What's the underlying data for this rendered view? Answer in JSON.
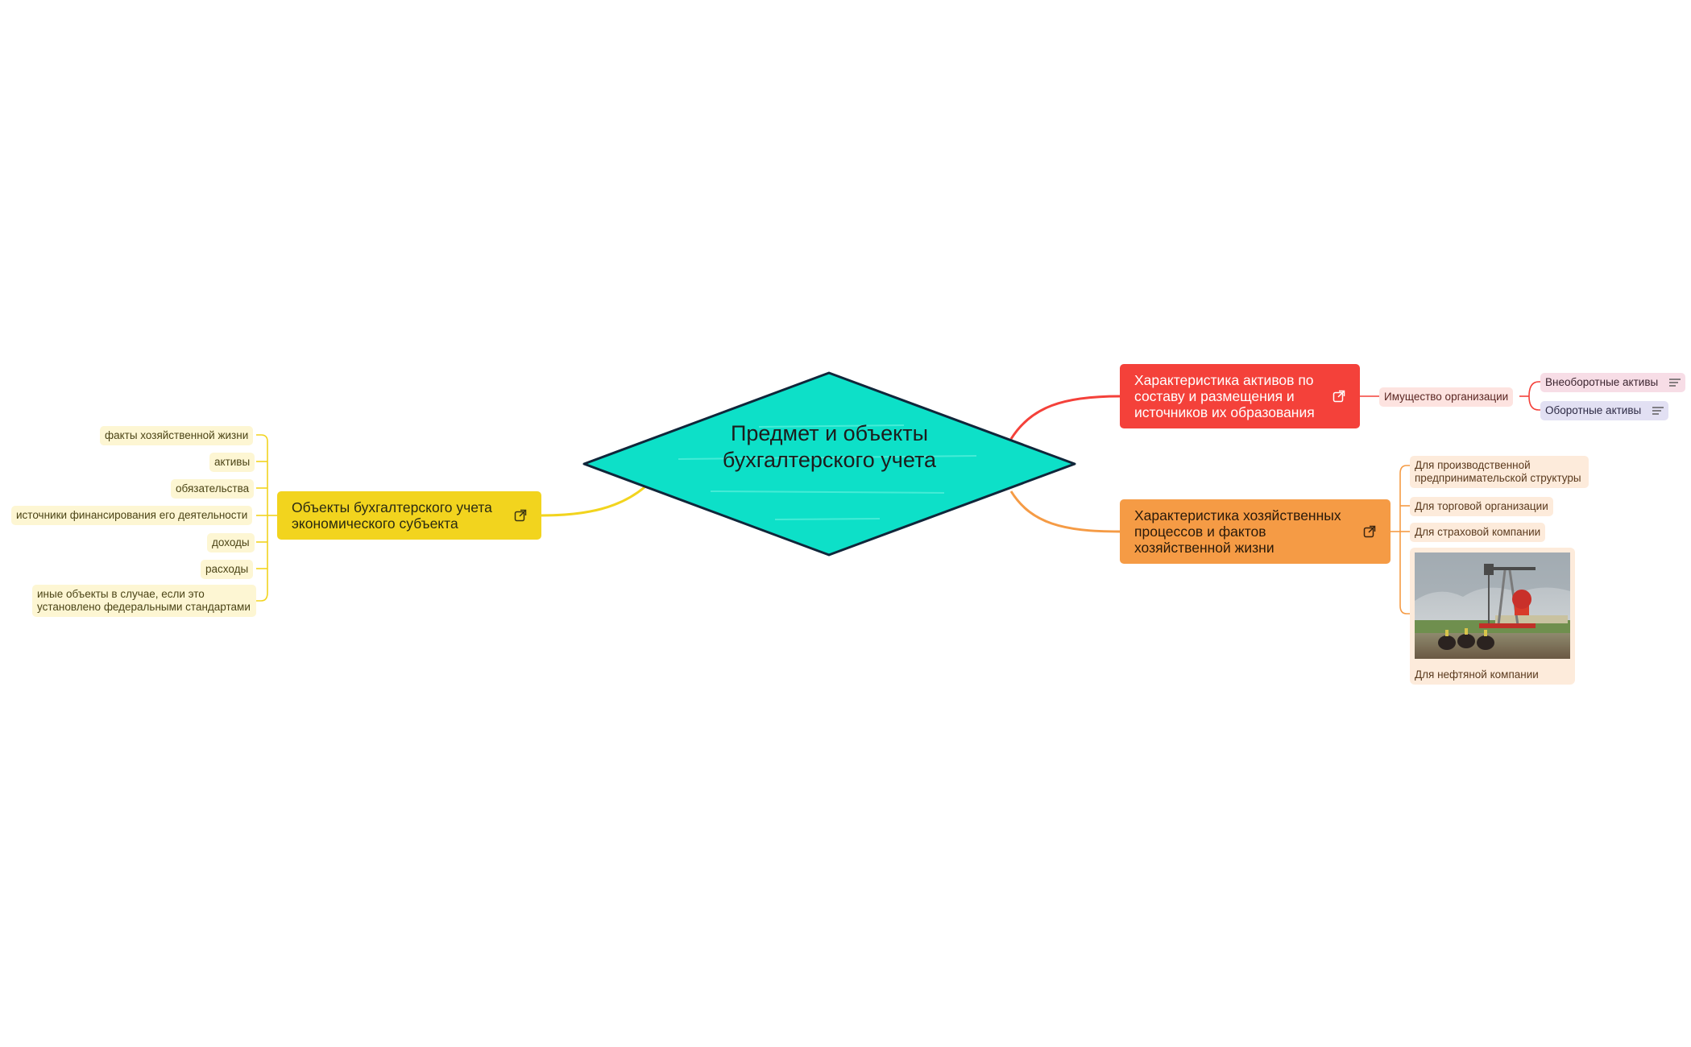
{
  "central": {
    "title": "Предмет и объекты бухгалтерского учета"
  },
  "topics": {
    "objects": {
      "label": "Объекты бухгалтерского учета экономического субъекта",
      "children": [
        "факты хозяйственной жизни",
        "активы",
        "обязательства",
        "источники финансирования его деятельности",
        "доходы",
        "расходы",
        "иные объекты в случае, если это установлено федеральными стандартами"
      ]
    },
    "assets": {
      "label": "Характеристика активов по составу и размещения и источников их образования",
      "child": "Имущество организации",
      "grandchildren": [
        "Внеоборотные активы",
        "Оборотные активы"
      ]
    },
    "processes": {
      "label": "Характеристика хозяйственных процессов и фактов хозяйственной жизни",
      "children": [
        "Для производственной предпринимательской структуры",
        "Для торговой организации",
        "Для страховой компании"
      ],
      "image_caption": "Для нефтяной компании"
    }
  },
  "colors": {
    "central_fill": "#0de0c8",
    "yellow": "#f2d41e",
    "red": "#f4413a",
    "orange": "#f59b45"
  },
  "icons": [
    "external-link-icon",
    "note-icon",
    "oil-pump-photo"
  ]
}
